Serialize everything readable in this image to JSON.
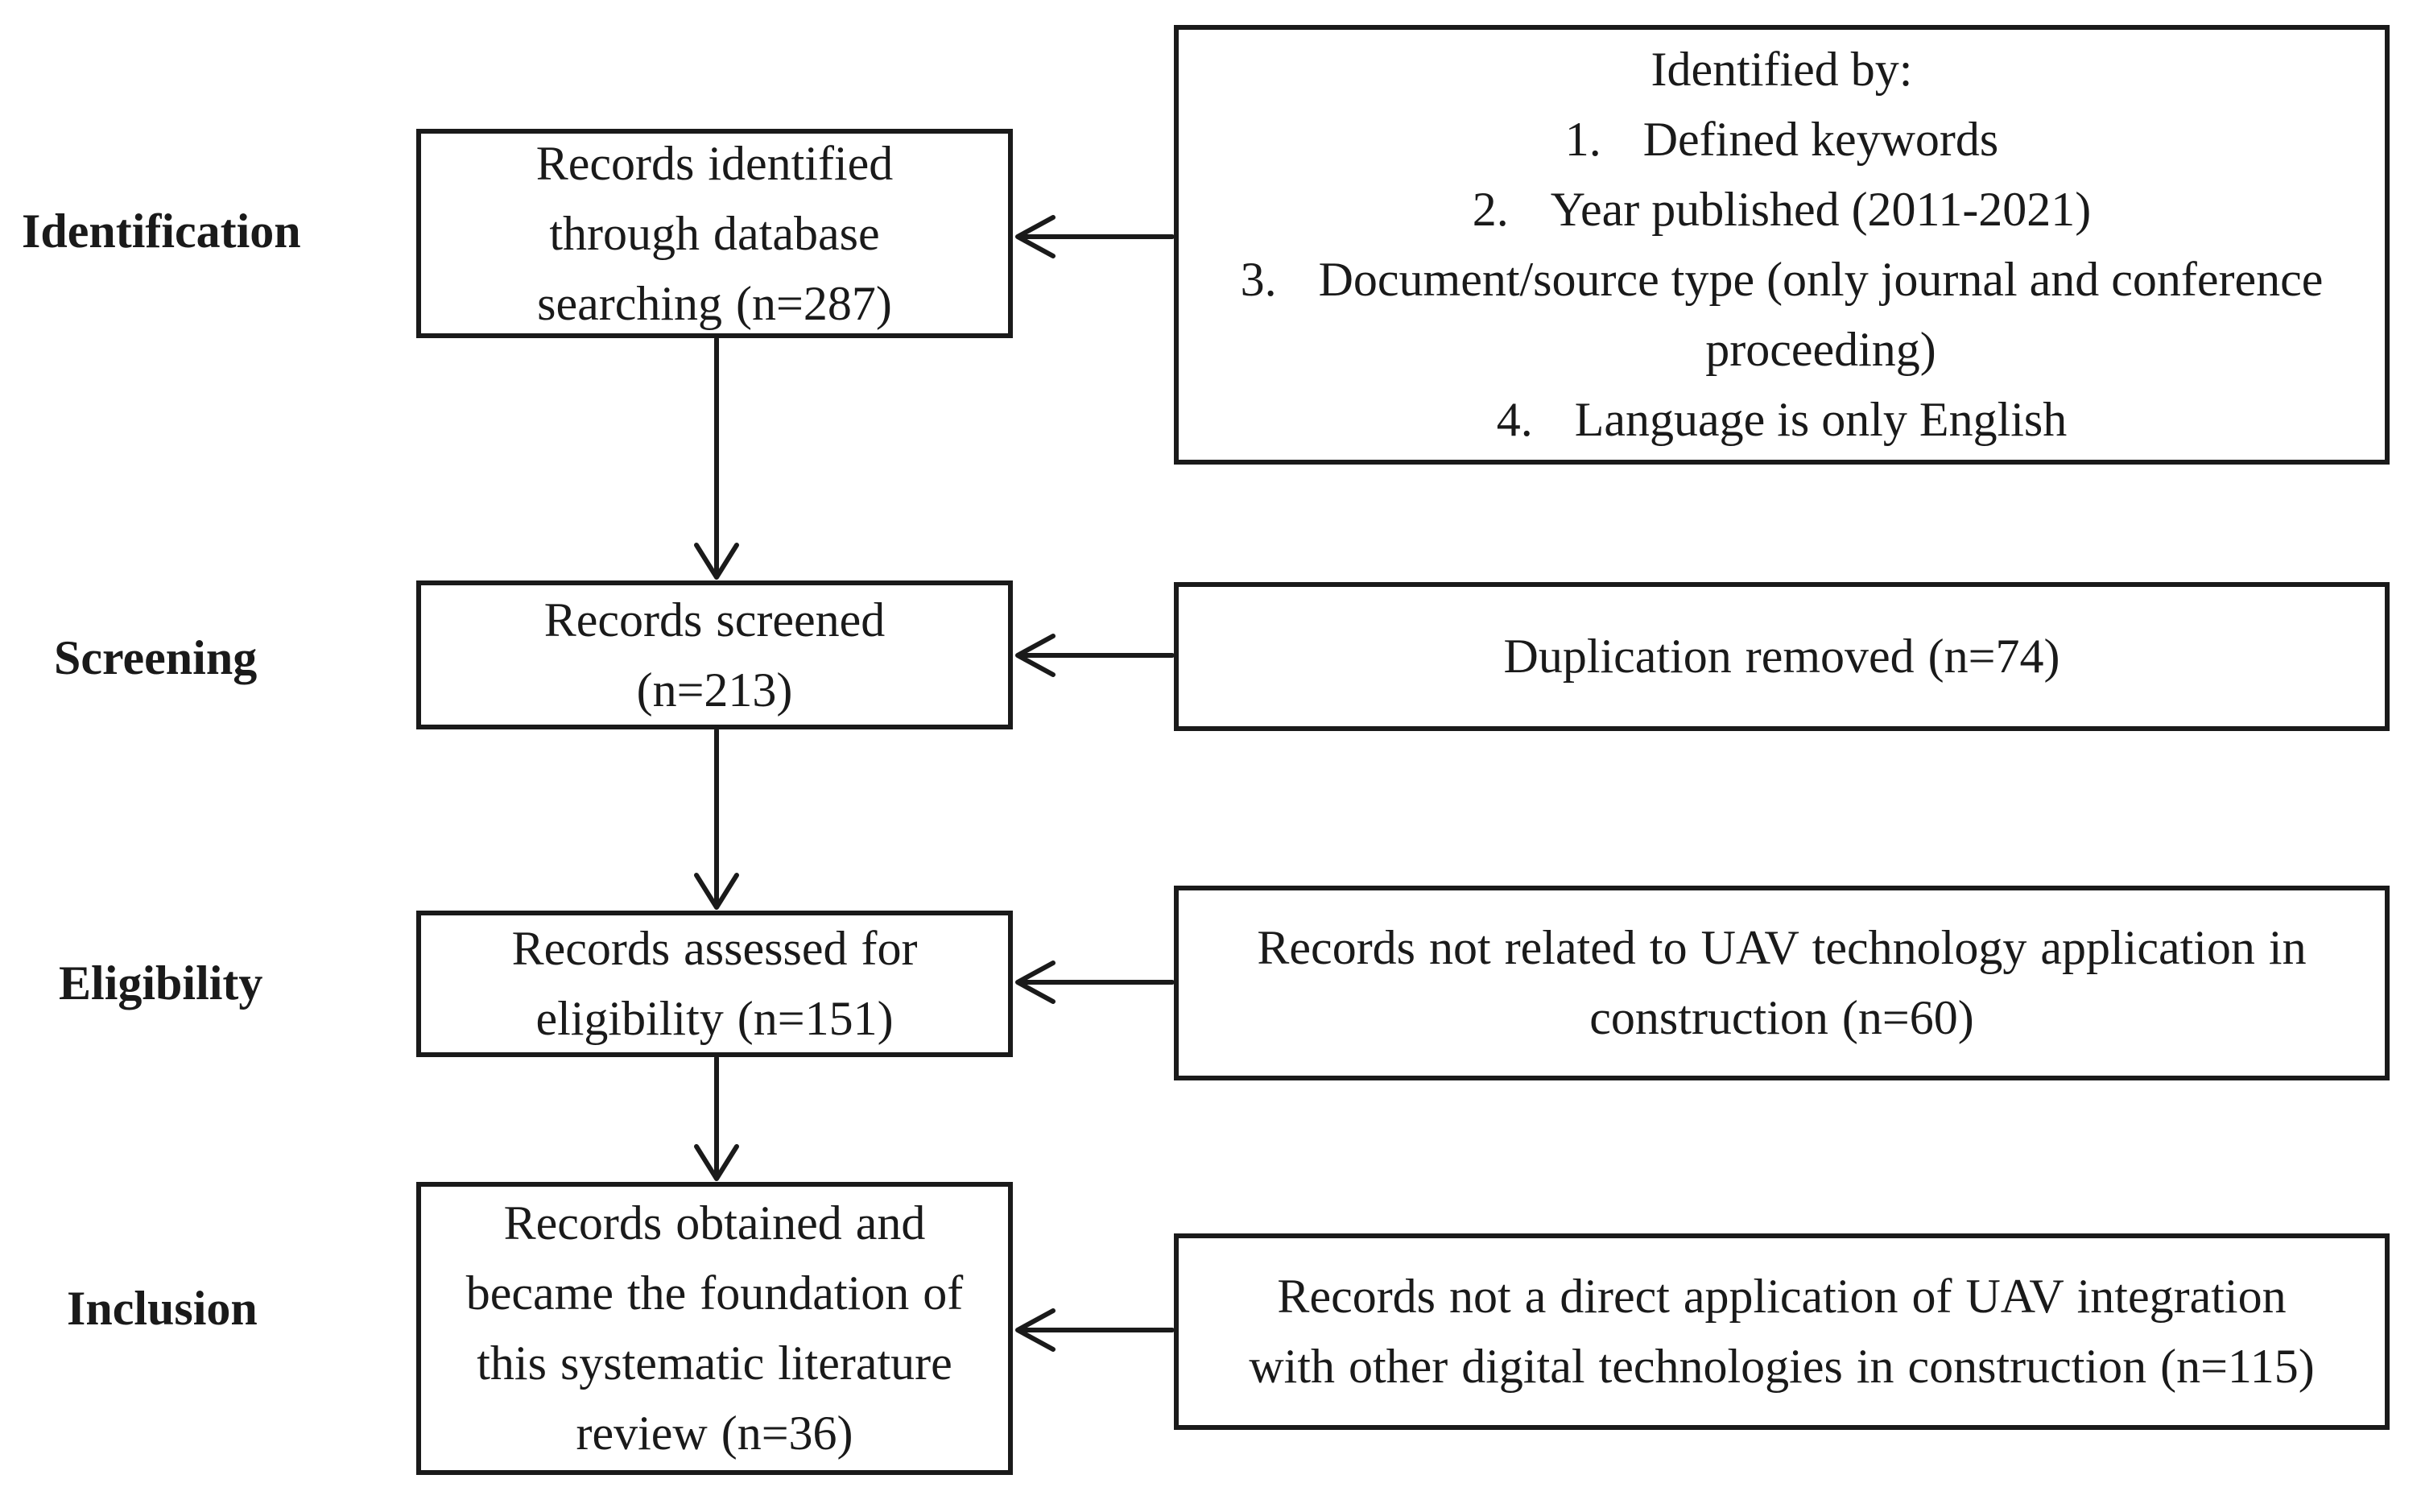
{
  "figure": {
    "stage_labels": [
      "Identification",
      "Screening",
      "Eligibility",
      "Inclusion"
    ],
    "process_boxes": [
      {
        "text": "Records identified\nthrough database\nsearching (n=287)"
      },
      {
        "text": "Records screened\n(n=213)"
      },
      {
        "text": "Records assessed for\neligibility (n=151)"
      },
      {
        "text": "Records obtained and\nbecame the foundation of\nthis systematic literature\nreview (n=36)"
      }
    ],
    "identified_by_box": {
      "title": "Identified by:",
      "items": [
        {
          "num": "1.",
          "text": "Defined keywords"
        },
        {
          "num": "2.",
          "text": "Year published (2011-2021)"
        },
        {
          "num": "3.",
          "text": "Document/source type (only journal and conference\nproceeding)"
        },
        {
          "num": "4.",
          "text": "Language is only English"
        }
      ]
    },
    "exclusion_boxes": [
      {
        "text": "Duplication removed (n=74)"
      },
      {
        "text": "Records not related to UAV technology application in\nconstruction (n=60)"
      },
      {
        "text": "Records not a direct application of UAV integration\nwith other digital technologies in construction (n=115)"
      }
    ],
    "colors": {
      "ink": "#1a1a1a",
      "background": "#ffffff"
    }
  }
}
